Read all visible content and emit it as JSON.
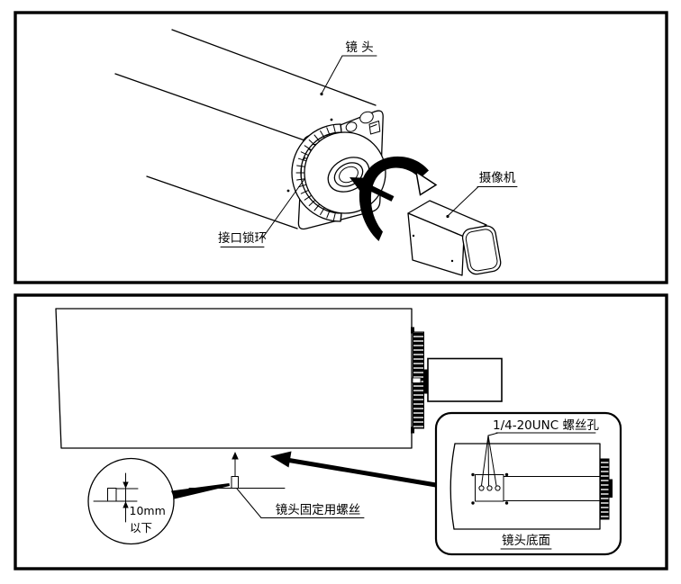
{
  "figure": {
    "colors": {
      "ink": "#000000",
      "paper": "#ffffff"
    },
    "top_panel": {
      "lens_label": "镜 头",
      "camera_label": "摄像机",
      "lock_ring_label": "接口锁环"
    },
    "bottom_panel": {
      "screw_holes_label": "1/4-20UNC 螺丝孔",
      "lens_bottom_label": "镜头底面",
      "fixing_screw_label": "镜头固定用螺丝",
      "dimension_value": "10mm",
      "dimension_qualifier": "以下"
    }
  }
}
